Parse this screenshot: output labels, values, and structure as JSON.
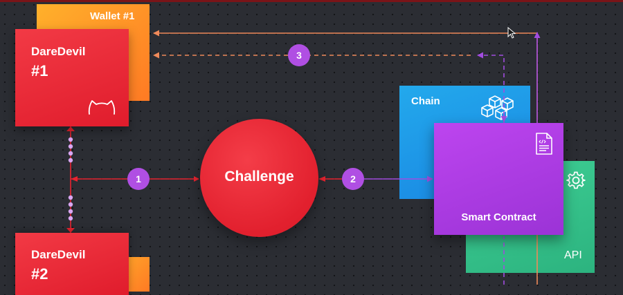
{
  "wallet1": {
    "label": "Wallet #1"
  },
  "daredevil1": {
    "name": "DareDevil",
    "number": "#1"
  },
  "daredevil2": {
    "name": "DareDevil",
    "number": "#2"
  },
  "challenge": {
    "label": "Challenge"
  },
  "chain": {
    "label": "Chain"
  },
  "smart_contract": {
    "label": "Smart Contract"
  },
  "api": {
    "label": "API"
  },
  "steps": {
    "one": "1",
    "two": "2",
    "three": "3"
  },
  "colors": {
    "background": "#2b2d33",
    "red": "#e8232f",
    "orange": "#ff9a2a",
    "purple": "#b43be6",
    "blue": "#1e97e8",
    "green": "#35c18a",
    "arrow_orange": "#f08a5a",
    "arrow_purple": "#a24ce0",
    "marker": "#b04fe3"
  },
  "icons": [
    "cat-icon",
    "blocks-icon",
    "document-icon",
    "gear-icon",
    "mouse-cursor-icon"
  ]
}
